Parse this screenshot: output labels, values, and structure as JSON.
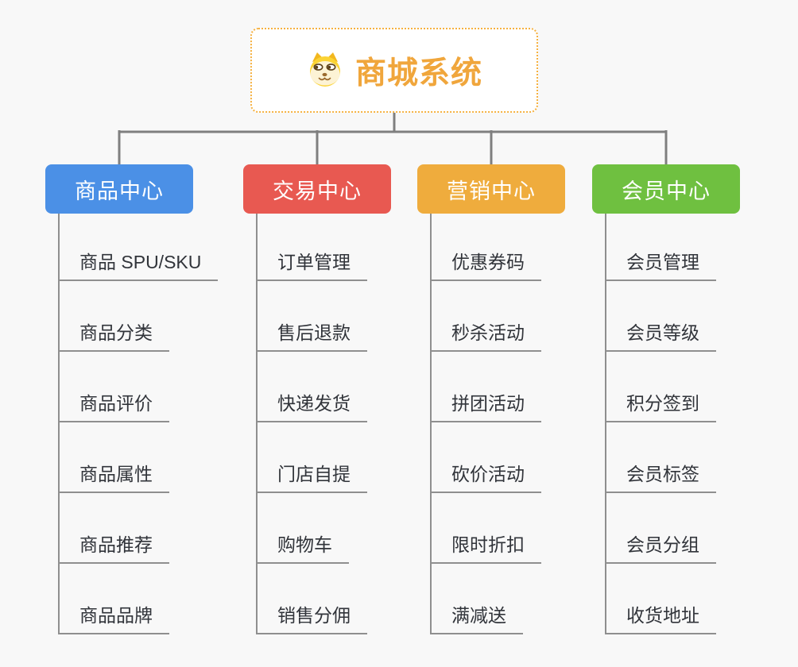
{
  "root": {
    "title": "商城系统",
    "icon": "dog-face-icon",
    "title_color": "#f0a63c",
    "border_color": "#f6b13f"
  },
  "connector_color": "#7f7f7f",
  "leaf_line_color": "#8f8f8f",
  "branches": [
    {
      "label": "商品中心",
      "color": "#4b90e6",
      "items": [
        "商品 SPU/SKU",
        "商品分类",
        "商品评价",
        "商品属性",
        "商品推荐",
        "商品品牌"
      ]
    },
    {
      "label": "交易中心",
      "color": "#e85951",
      "items": [
        "订单管理",
        "售后退款",
        "快递发货",
        "门店自提",
        "购物车",
        "销售分佣"
      ]
    },
    {
      "label": "营销中心",
      "color": "#efac3d",
      "items": [
        "优惠券码",
        "秒杀活动",
        "拼团活动",
        "砍价活动",
        "限时折扣",
        "满减送"
      ]
    },
    {
      "label": "会员中心",
      "color": "#6fc040",
      "items": [
        "会员管理",
        "会员等级",
        "积分签到",
        "会员标签",
        "会员分组",
        "收货地址"
      ]
    }
  ]
}
